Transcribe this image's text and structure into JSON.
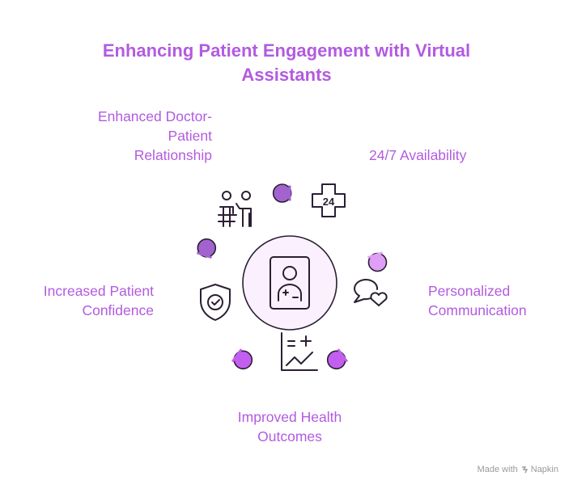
{
  "title": {
    "line1": "Enhancing Patient Engagement with Virtual",
    "line2": "Assistants"
  },
  "segments": [
    {
      "id": "doctor-patient",
      "label_lines": [
        "Enhanced Doctor-",
        "Patient",
        "Relationship"
      ],
      "color": "#a263cf",
      "icon": "doctor-consultation-icon"
    },
    {
      "id": "availability",
      "label_lines": [
        "24/7 Availability"
      ],
      "color": "#f0d4fb",
      "icon": "24-hour-cross-icon",
      "icon_text": "24"
    },
    {
      "id": "personalized",
      "label_lines": [
        "Personalized",
        "Communication"
      ],
      "color": "#df9ff6",
      "icon": "speech-bubble-heart-icon"
    },
    {
      "id": "health-outcomes",
      "label_lines": [
        "Improved Health",
        "Outcomes"
      ],
      "color": "#c35ff0",
      "icon": "health-chart-icon"
    },
    {
      "id": "confidence",
      "label_lines": [
        "Increased Patient",
        "Confidence"
      ],
      "color": "#b55ae3",
      "icon": "shield-check-icon"
    }
  ],
  "center": {
    "icon": "patient-record-icon",
    "color": "#fbf1fe"
  },
  "credit": {
    "made_with": "Made with",
    "brand": "Napkin"
  }
}
